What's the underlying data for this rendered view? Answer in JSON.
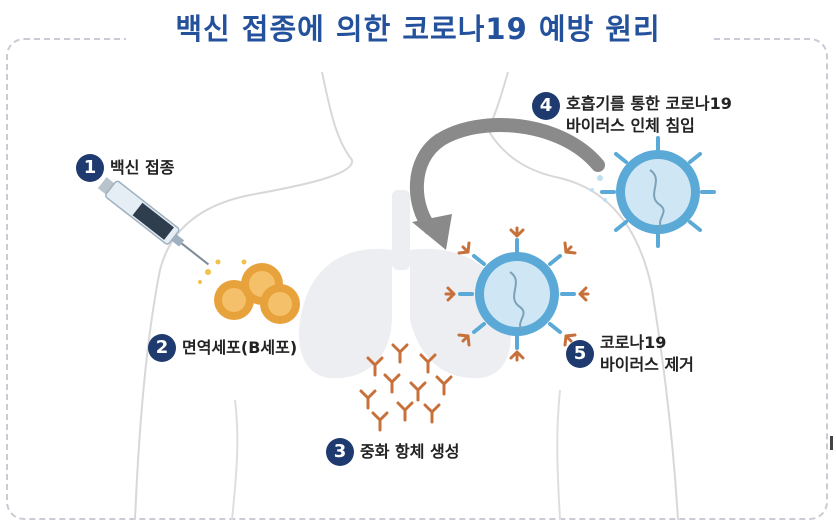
{
  "title": "백신 접종에 의한 코로나19 예방 원리",
  "steps": [
    {
      "number": "1",
      "label": "백신 접종"
    },
    {
      "number": "2",
      "label": "면역세포(B세포)"
    },
    {
      "number": "3",
      "label": "중화 항체 생성"
    },
    {
      "number": "4",
      "label": "호흡기를 통한 코로나19\n바이러스 인체 침입"
    },
    {
      "number": "5",
      "label": "코로나19\n바이러스 제거"
    }
  ],
  "colors": {
    "title": "#24519c",
    "badge": "#1f3a6e",
    "virus": "#5aa9d6",
    "antibody": "#c8703a",
    "b_cell": "#e8a23c"
  }
}
